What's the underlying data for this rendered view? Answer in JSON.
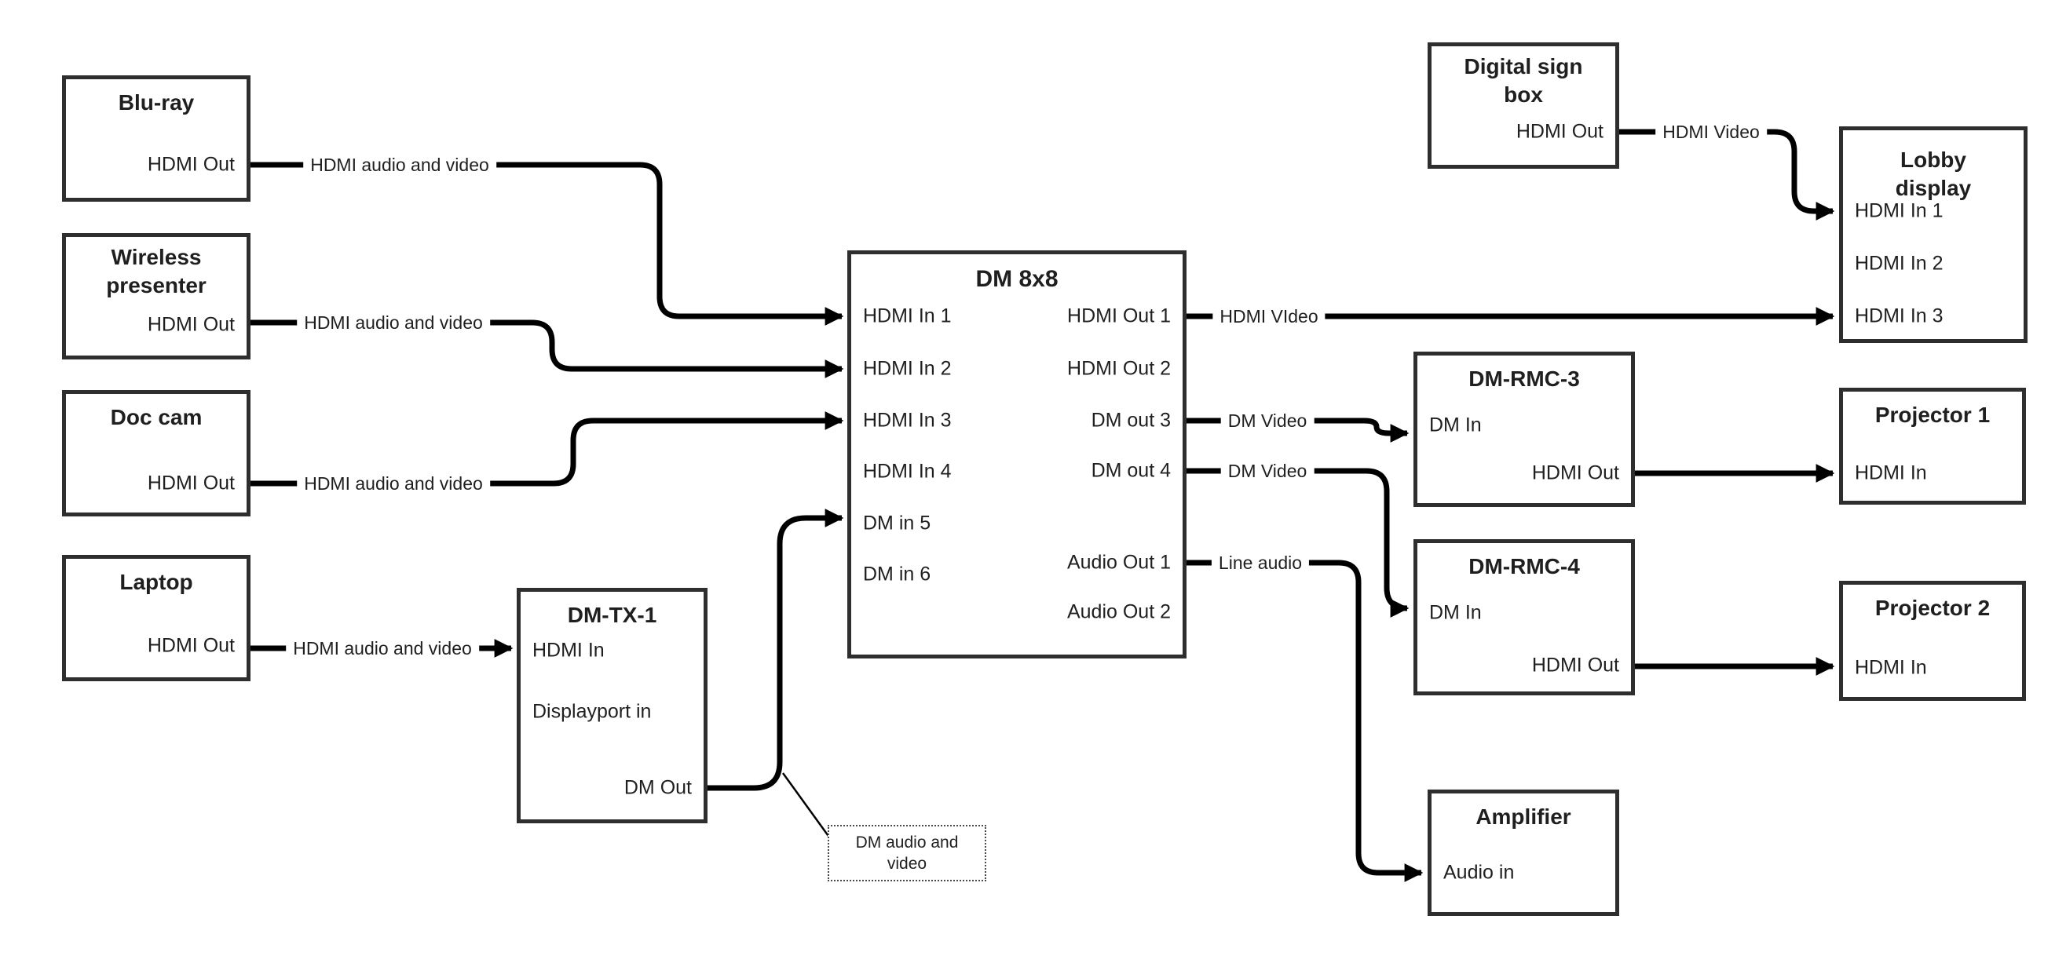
{
  "diagram": {
    "colors": {
      "wire": "#000000",
      "box_border": "#2e2e2e",
      "text": "#1f1f1f",
      "background": "#ffffff"
    },
    "boxes": [
      {
        "title": "Blu-ray",
        "ports": [
          "HDMI Out"
        ]
      },
      {
        "title": "Wireless presenter",
        "ports": [
          "HDMI Out"
        ]
      },
      {
        "title": "Doc cam",
        "ports": [
          "HDMI Out"
        ]
      },
      {
        "title": "Laptop",
        "ports": [
          "HDMI Out"
        ]
      },
      {
        "title": "DM-TX-1",
        "ports": [
          "HDMI In",
          "Displayport in",
          "DM Out"
        ]
      },
      {
        "title": "DM 8x8",
        "ports": [
          "HDMI In 1",
          "HDMI In 2",
          "HDMI In 3",
          "HDMI In 4",
          "DM in 5",
          "DM in 6",
          "HDMI Out 1",
          "HDMI Out 2",
          "DM out 3",
          "DM out 4",
          "Audio Out 1",
          "Audio Out 2"
        ]
      },
      {
        "title": "Digital sign box",
        "ports": [
          "HDMI Out"
        ]
      },
      {
        "title": "Lobby display",
        "ports": [
          "HDMI In 1",
          "HDMI In 2",
          "HDMI In 3"
        ]
      },
      {
        "title": "DM-RMC-3",
        "ports": [
          "DM In",
          "HDMI Out"
        ]
      },
      {
        "title": "Projector 1",
        "ports": [
          "HDMI In"
        ]
      },
      {
        "title": "DM-RMC-4",
        "ports": [
          "DM In",
          "HDMI Out"
        ]
      },
      {
        "title": "Projector 2",
        "ports": [
          "HDMI In"
        ]
      },
      {
        "title": "Amplifier",
        "ports": [
          "Audio in"
        ]
      }
    ],
    "wire_labels": [
      {
        "text": "HDMI audio and video"
      },
      {
        "text": "HDMI audio and video"
      },
      {
        "text": "HDMI audio and video"
      },
      {
        "text": "HDMI audio and video"
      },
      {
        "text": "HDMI VIdeo"
      },
      {
        "text": "DM Video"
      },
      {
        "text": "DM Video"
      },
      {
        "text": "Line audio"
      },
      {
        "text": "HDMI Video"
      }
    ],
    "callout": {
      "text": "DM audio and video"
    }
  }
}
